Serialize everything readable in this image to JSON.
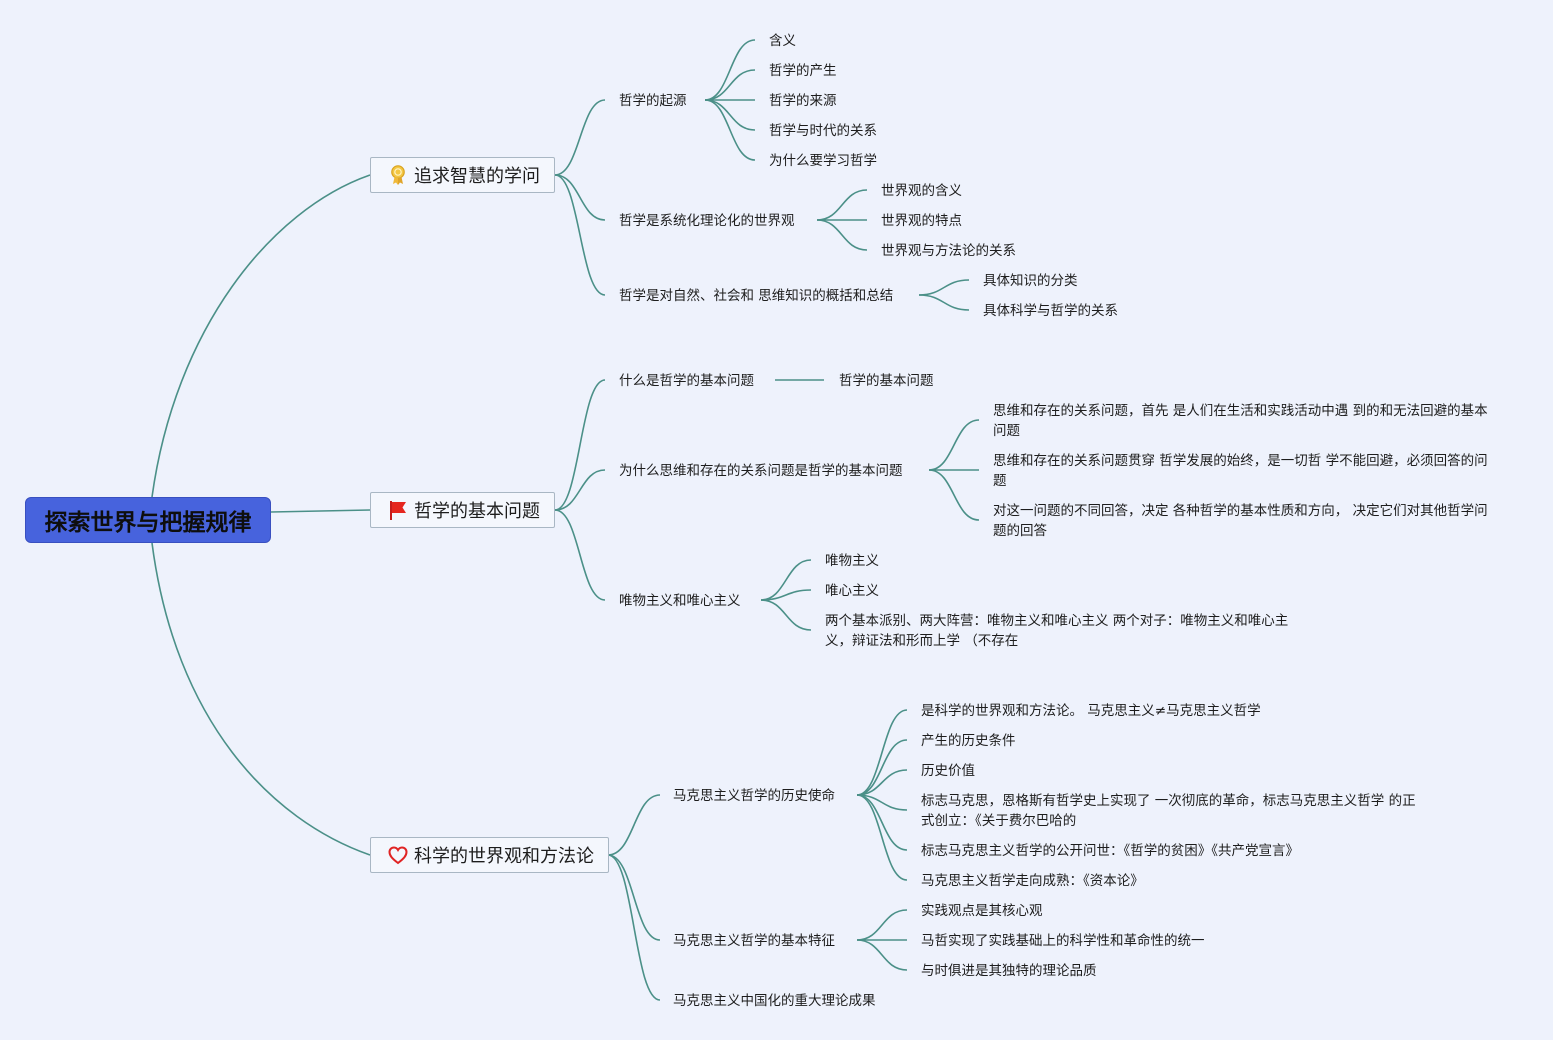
{
  "colors": {
    "background": "#eef2fc",
    "root": "#4763dd",
    "link": "#4b9088"
  },
  "root": "探索世界与把握规律",
  "branches": [
    {
      "label": "追求智慧的学问",
      "icon": "award-ribbon-icon",
      "children": [
        {
          "label": "哲学的起源",
          "children": [
            "含义",
            "哲学的产生",
            "哲学的来源",
            "哲学与时代的关系",
            "为什么要学习哲学"
          ]
        },
        {
          "label": "哲学是系统化理论化的世界观",
          "children": [
            "世界观的含义",
            "世界观的特点",
            "世界观与方法论的关系"
          ]
        },
        {
          "label": "哲学是对自然、社会和 思维知识的概括和总结",
          "children": [
            "具体知识的分类",
            "具体科学与哲学的关系"
          ]
        }
      ]
    },
    {
      "label": "哲学的基本问题",
      "icon": "red-flag-icon",
      "children": [
        {
          "label": "什么是哲学的基本问题",
          "children": [
            "哲学的基本问题"
          ]
        },
        {
          "label": "为什么思维和存在的关系问题是哲学的基本问题",
          "children": [
            "思维和存在的关系问题，首先 是人们在生活和实践活动中遇 到的和无法回避的基本问题",
            "思维和存在的关系问题贯穿 哲学发展的始终，是一切哲 学不能回避，必须回答的问题",
            "对这一问题的不同回答，决定 各种哲学的基本性质和方向， 决定它们对其他哲学问题的回答"
          ]
        },
        {
          "label": "唯物主义和唯心主义",
          "children": [
            "唯物主义",
            "唯心主义",
            "两个基本派别、两大阵营：唯物主义和唯心主义 两个对子：唯物主义和唯心主义，辩证法和形而上学 （不存在"
          ]
        }
      ]
    },
    {
      "label": "科学的世界观和方法论",
      "icon": "heart-icon",
      "children": [
        {
          "label": "马克思主义哲学的历史使命",
          "children": [
            "是科学的世界观和方法论。 马克思主义≠马克思主义哲学",
            "产生的历史条件",
            "历史价值",
            "标志马克思，恩格斯有哲学史上实现了 一次彻底的革命，标志马克思主义哲学 的正式创立：《关于费尔巴哈的",
            "标志马克思主义哲学的公开问世：《哲学的贫困》《共产党宣言》",
            "马克思主义哲学走向成熟：《资本论》"
          ]
        },
        {
          "label": "马克思主义哲学的基本特征",
          "children": [
            "实践观点是其核心观",
            "马哲实现了实践基础上的科学性和革命性的统一",
            "与时俱进是其独特的理论品质"
          ]
        },
        {
          "label": "马克思主义中国化的重大理论成果",
          "children": []
        }
      ]
    }
  ]
}
